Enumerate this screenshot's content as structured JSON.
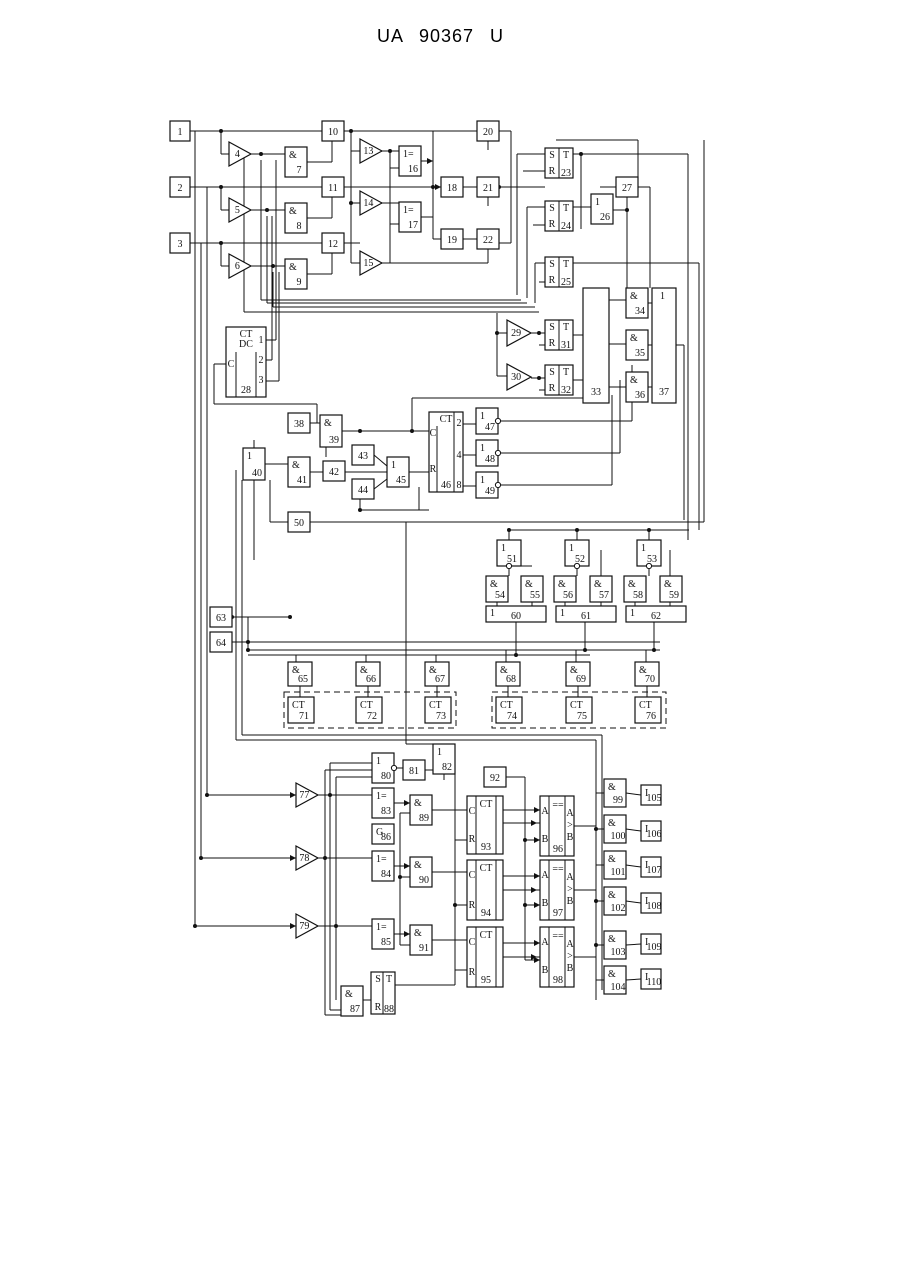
{
  "header": {
    "patent_number": "UA   90367   U"
  },
  "blocks": [
    {
      "id": "b1",
      "kind": "box",
      "num": "1"
    },
    {
      "id": "b2",
      "kind": "box",
      "num": "2"
    },
    {
      "id": "b3",
      "kind": "box",
      "num": "3"
    },
    {
      "id": "b4",
      "kind": "amp",
      "num": "4"
    },
    {
      "id": "b5",
      "kind": "amp",
      "num": "5"
    },
    {
      "id": "b6",
      "kind": "amp",
      "num": "6"
    },
    {
      "id": "b7",
      "kind": "gate",
      "sym": "&",
      "num": "7"
    },
    {
      "id": "b8",
      "kind": "gate",
      "sym": "&",
      "num": "8"
    },
    {
      "id": "b9",
      "kind": "gate",
      "sym": "&",
      "num": "9"
    },
    {
      "id": "b10",
      "kind": "box",
      "num": "10"
    },
    {
      "id": "b11",
      "kind": "box",
      "num": "11"
    },
    {
      "id": "b12",
      "kind": "box",
      "num": "12"
    },
    {
      "id": "b13",
      "kind": "amp",
      "num": "13"
    },
    {
      "id": "b14",
      "kind": "amp",
      "num": "14"
    },
    {
      "id": "b15",
      "kind": "amp",
      "num": "15"
    },
    {
      "id": "b16",
      "kind": "gate",
      "sym": "1=",
      "num": "16"
    },
    {
      "id": "b17",
      "kind": "gate",
      "sym": "1=",
      "num": "17"
    },
    {
      "id": "b18",
      "kind": "box",
      "num": "18"
    },
    {
      "id": "b19",
      "kind": "box",
      "num": "19"
    },
    {
      "id": "b20",
      "kind": "box",
      "num": "20"
    },
    {
      "id": "b21",
      "kind": "box",
      "num": "21"
    },
    {
      "id": "b22",
      "kind": "box",
      "num": "22"
    },
    {
      "id": "b23",
      "kind": "trig",
      "num": "23"
    },
    {
      "id": "b24",
      "kind": "trig",
      "num": "24"
    },
    {
      "id": "b25",
      "kind": "trig",
      "num": "25"
    },
    {
      "id": "b26",
      "kind": "gate",
      "sym": "1",
      "num": "26"
    },
    {
      "id": "b27",
      "kind": "box",
      "num": "27"
    },
    {
      "id": "b28",
      "kind": "ctdc",
      "num": "28",
      "labels": [
        "CT",
        "DC",
        "C",
        "1",
        "2",
        "3"
      ]
    },
    {
      "id": "b29",
      "kind": "amp",
      "num": "29"
    },
    {
      "id": "b30",
      "kind": "amp",
      "num": "30"
    },
    {
      "id": "b31",
      "kind": "trig",
      "num": "31"
    },
    {
      "id": "b32",
      "kind": "trig",
      "num": "32"
    },
    {
      "id": "b33",
      "kind": "tall",
      "num": "33"
    },
    {
      "id": "b34",
      "kind": "gate",
      "sym": "&",
      "num": "34"
    },
    {
      "id": "b35",
      "kind": "gate",
      "sym": "&",
      "num": "35"
    },
    {
      "id": "b36",
      "kind": "gate",
      "sym": "&",
      "num": "36"
    },
    {
      "id": "b37",
      "kind": "tall",
      "sym": "1",
      "num": "37"
    },
    {
      "id": "b38",
      "kind": "box",
      "num": "38"
    },
    {
      "id": "b39",
      "kind": "gate",
      "sym": "&",
      "num": "39"
    },
    {
      "id": "b40",
      "kind": "gate",
      "sym": "1",
      "num": "40"
    },
    {
      "id": "b41",
      "kind": "gate",
      "sym": "&",
      "num": "41"
    },
    {
      "id": "b42",
      "kind": "box",
      "num": "42"
    },
    {
      "id": "b43",
      "kind": "box",
      "num": "43"
    },
    {
      "id": "b44",
      "kind": "box",
      "num": "44"
    },
    {
      "id": "b45",
      "kind": "gate",
      "sym": "1",
      "num": "45"
    },
    {
      "id": "b46",
      "kind": "ct46",
      "num": "46",
      "labels": [
        "CT",
        "C",
        "R",
        "2",
        "4",
        "8"
      ]
    },
    {
      "id": "b47",
      "kind": "gate",
      "sym": "1",
      "num": "47"
    },
    {
      "id": "b48",
      "kind": "gate",
      "sym": "1",
      "num": "48"
    },
    {
      "id": "b49",
      "kind": "gate",
      "sym": "1",
      "num": "49"
    },
    {
      "id": "b50",
      "kind": "box",
      "num": "50"
    },
    {
      "id": "b51",
      "kind": "gate",
      "sym": "1",
      "num": "51"
    },
    {
      "id": "b52",
      "kind": "gate",
      "sym": "1",
      "num": "52"
    },
    {
      "id": "b53",
      "kind": "gate",
      "sym": "1",
      "num": "53"
    },
    {
      "id": "b54",
      "kind": "gate",
      "sym": "&",
      "num": "54"
    },
    {
      "id": "b55",
      "kind": "gate",
      "sym": "&",
      "num": "55"
    },
    {
      "id": "b56",
      "kind": "gate",
      "sym": "&",
      "num": "56"
    },
    {
      "id": "b57",
      "kind": "gate",
      "sym": "&",
      "num": "57"
    },
    {
      "id": "b58",
      "kind": "gate",
      "sym": "&",
      "num": "58"
    },
    {
      "id": "b59",
      "kind": "gate",
      "sym": "&",
      "num": "59"
    },
    {
      "id": "b60",
      "kind": "wide",
      "sym": "1",
      "num": "60"
    },
    {
      "id": "b61",
      "kind": "wide",
      "sym": "1",
      "num": "61"
    },
    {
      "id": "b62",
      "kind": "wide",
      "sym": "1",
      "num": "62"
    },
    {
      "id": "b63",
      "kind": "box",
      "num": "63"
    },
    {
      "id": "b64",
      "kind": "box",
      "num": "64"
    },
    {
      "id": "b65",
      "kind": "gate",
      "sym": "&",
      "num": "65"
    },
    {
      "id": "b66",
      "kind": "gate",
      "sym": "&",
      "num": "66"
    },
    {
      "id": "b67",
      "kind": "gate",
      "sym": "&",
      "num": "67"
    },
    {
      "id": "b68",
      "kind": "gate",
      "sym": "&",
      "num": "68"
    },
    {
      "id": "b69",
      "kind": "gate",
      "sym": "&",
      "num": "69"
    },
    {
      "id": "b70",
      "kind": "gate",
      "sym": "&",
      "num": "70"
    },
    {
      "id": "b71",
      "kind": "gate",
      "sym": "CT",
      "num": "71"
    },
    {
      "id": "b72",
      "kind": "gate",
      "sym": "CT",
      "num": "72"
    },
    {
      "id": "b73",
      "kind": "gate",
      "sym": "CT",
      "num": "73"
    },
    {
      "id": "b74",
      "kind": "gate",
      "sym": "CT",
      "num": "74"
    },
    {
      "id": "b75",
      "kind": "gate",
      "sym": "CT",
      "num": "75"
    },
    {
      "id": "b76",
      "kind": "gate",
      "sym": "CT",
      "num": "76"
    },
    {
      "id": "b77",
      "kind": "amp",
      "num": "77"
    },
    {
      "id": "b78",
      "kind": "amp",
      "num": "78"
    },
    {
      "id": "b79",
      "kind": "amp",
      "num": "79"
    },
    {
      "id": "b80",
      "kind": "gate",
      "sym": "1",
      "num": "80"
    },
    {
      "id": "b81",
      "kind": "box",
      "num": "81"
    },
    {
      "id": "b82",
      "kind": "gate",
      "sym": "1",
      "num": "82"
    },
    {
      "id": "b83",
      "kind": "gate",
      "sym": "1=",
      "num": "83"
    },
    {
      "id": "b84",
      "kind": "gate",
      "sym": "1=",
      "num": "84"
    },
    {
      "id": "b85",
      "kind": "gate",
      "sym": "1=",
      "num": "85"
    },
    {
      "id": "b86",
      "kind": "gate",
      "sym": "G",
      "num": "86"
    },
    {
      "id": "b87",
      "kind": "gate",
      "sym": "&",
      "num": "87"
    },
    {
      "id": "b88",
      "kind": "trig",
      "num": "88"
    },
    {
      "id": "b89",
      "kind": "gate",
      "sym": "&",
      "num": "89"
    },
    {
      "id": "b90",
      "kind": "gate",
      "sym": "&",
      "num": "90"
    },
    {
      "id": "b91",
      "kind": "gate",
      "sym": "&",
      "num": "91"
    },
    {
      "id": "b92",
      "kind": "box",
      "num": "92"
    },
    {
      "id": "b93",
      "kind": "ctcr",
      "num": "93"
    },
    {
      "id": "b94",
      "kind": "ctcr",
      "num": "94"
    },
    {
      "id": "b95",
      "kind": "ctcr",
      "num": "95"
    },
    {
      "id": "b96",
      "kind": "cmp",
      "num": "96"
    },
    {
      "id": "b97",
      "kind": "cmp",
      "num": "97"
    },
    {
      "id": "b98",
      "kind": "cmp",
      "num": "98"
    },
    {
      "id": "b99",
      "kind": "gate",
      "sym": "&",
      "num": "99"
    },
    {
      "id": "b100",
      "kind": "gate",
      "sym": "&",
      "num": "100"
    },
    {
      "id": "b101",
      "kind": "gate",
      "sym": "&",
      "num": "101"
    },
    {
      "id": "b102",
      "kind": "gate",
      "sym": "&",
      "num": "102"
    },
    {
      "id": "b103",
      "kind": "gate",
      "sym": "&",
      "num": "103"
    },
    {
      "id": "b104",
      "kind": "gate",
      "sym": "&",
      "num": "104"
    },
    {
      "id": "b105",
      "kind": "gate",
      "sym": "I",
      "num": "105"
    },
    {
      "id": "b106",
      "kind": "gate",
      "sym": "I",
      "num": "106"
    },
    {
      "id": "b107",
      "kind": "gate",
      "sym": "I",
      "num": "107"
    },
    {
      "id": "b108",
      "kind": "gate",
      "sym": "I",
      "num": "108"
    },
    {
      "id": "b109",
      "kind": "gate",
      "sym": "I",
      "num": "109"
    },
    {
      "id": "b110",
      "kind": "gate",
      "sym": "I",
      "num": "110"
    }
  ],
  "trigger_labels": {
    "set": "S",
    "reset": "R",
    "type": "T"
  },
  "counter_labels": {
    "ct": "CT",
    "c": "C",
    "r": "R"
  },
  "comparator_labels": {
    "eq": "==",
    "a": "A",
    "gt": ">",
    "b": "B"
  }
}
